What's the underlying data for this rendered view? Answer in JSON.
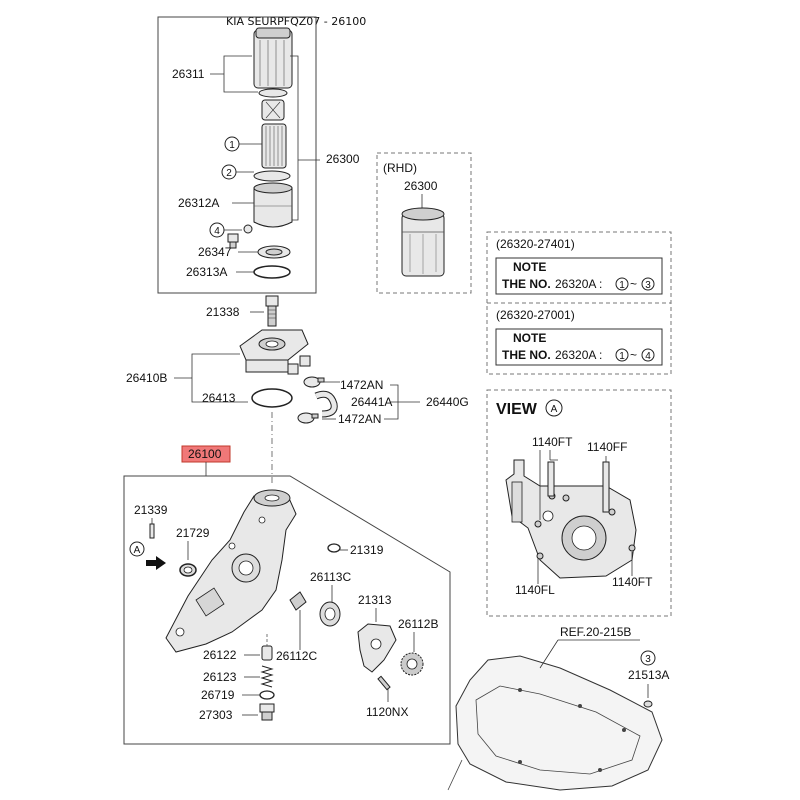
{
  "title": "KIA SEURPFQZ07 - 26100",
  "labels": {
    "p26311": "26311",
    "p26300": "26300",
    "p26312A": "26312A",
    "p26347": "26347",
    "p26313A": "26313A",
    "rhd": "(RHD)",
    "rhd_part": "26300",
    "p21338": "21338",
    "p26410B": "26410B",
    "p26413": "26413",
    "p1472AN_top": "1472AN",
    "p26441A": "26441A",
    "p26440G": "26440G",
    "p1472AN_bottom": "1472AN",
    "p26100": "26100",
    "p21339": "21339",
    "p21729": "21729",
    "p21319": "21319",
    "p26113C": "26113C",
    "p21313": "21313",
    "p26112B": "26112B",
    "p26122": "26122",
    "p26112C": "26112C",
    "p26123": "26123",
    "p26719": "26719",
    "p27303": "27303",
    "p1120NX": "1120NX",
    "ref": "REF.20-215B",
    "p21513A": "21513A"
  },
  "callouts": {
    "c1": "1",
    "c2": "2",
    "c4": "4",
    "c3": "3",
    "view_a_arrow": "A"
  },
  "notes": [
    {
      "range": "(26320-27401)",
      "note": "NOTE",
      "the_no": "THE NO.",
      "part": "26320A :",
      "from": "1",
      "tilde": "~",
      "to": "3"
    },
    {
      "range": "(26320-27001)",
      "note": "NOTE",
      "the_no": "THE NO.",
      "part": "26320A :",
      "from": "1",
      "tilde": "~",
      "to": "4"
    }
  ],
  "view": {
    "title": "VIEW",
    "letter": "A",
    "labels": {
      "ft_top_left": "1140FT",
      "ff_top_right": "1140FF",
      "fl_bottom_left": "1140FL",
      "ft_bottom_right": "1140FT"
    }
  },
  "colors": {
    "highlight_fill": "#f07878",
    "highlight_stroke": "#c0392b",
    "line": "#222222",
    "dashed_frame": "#777777"
  }
}
